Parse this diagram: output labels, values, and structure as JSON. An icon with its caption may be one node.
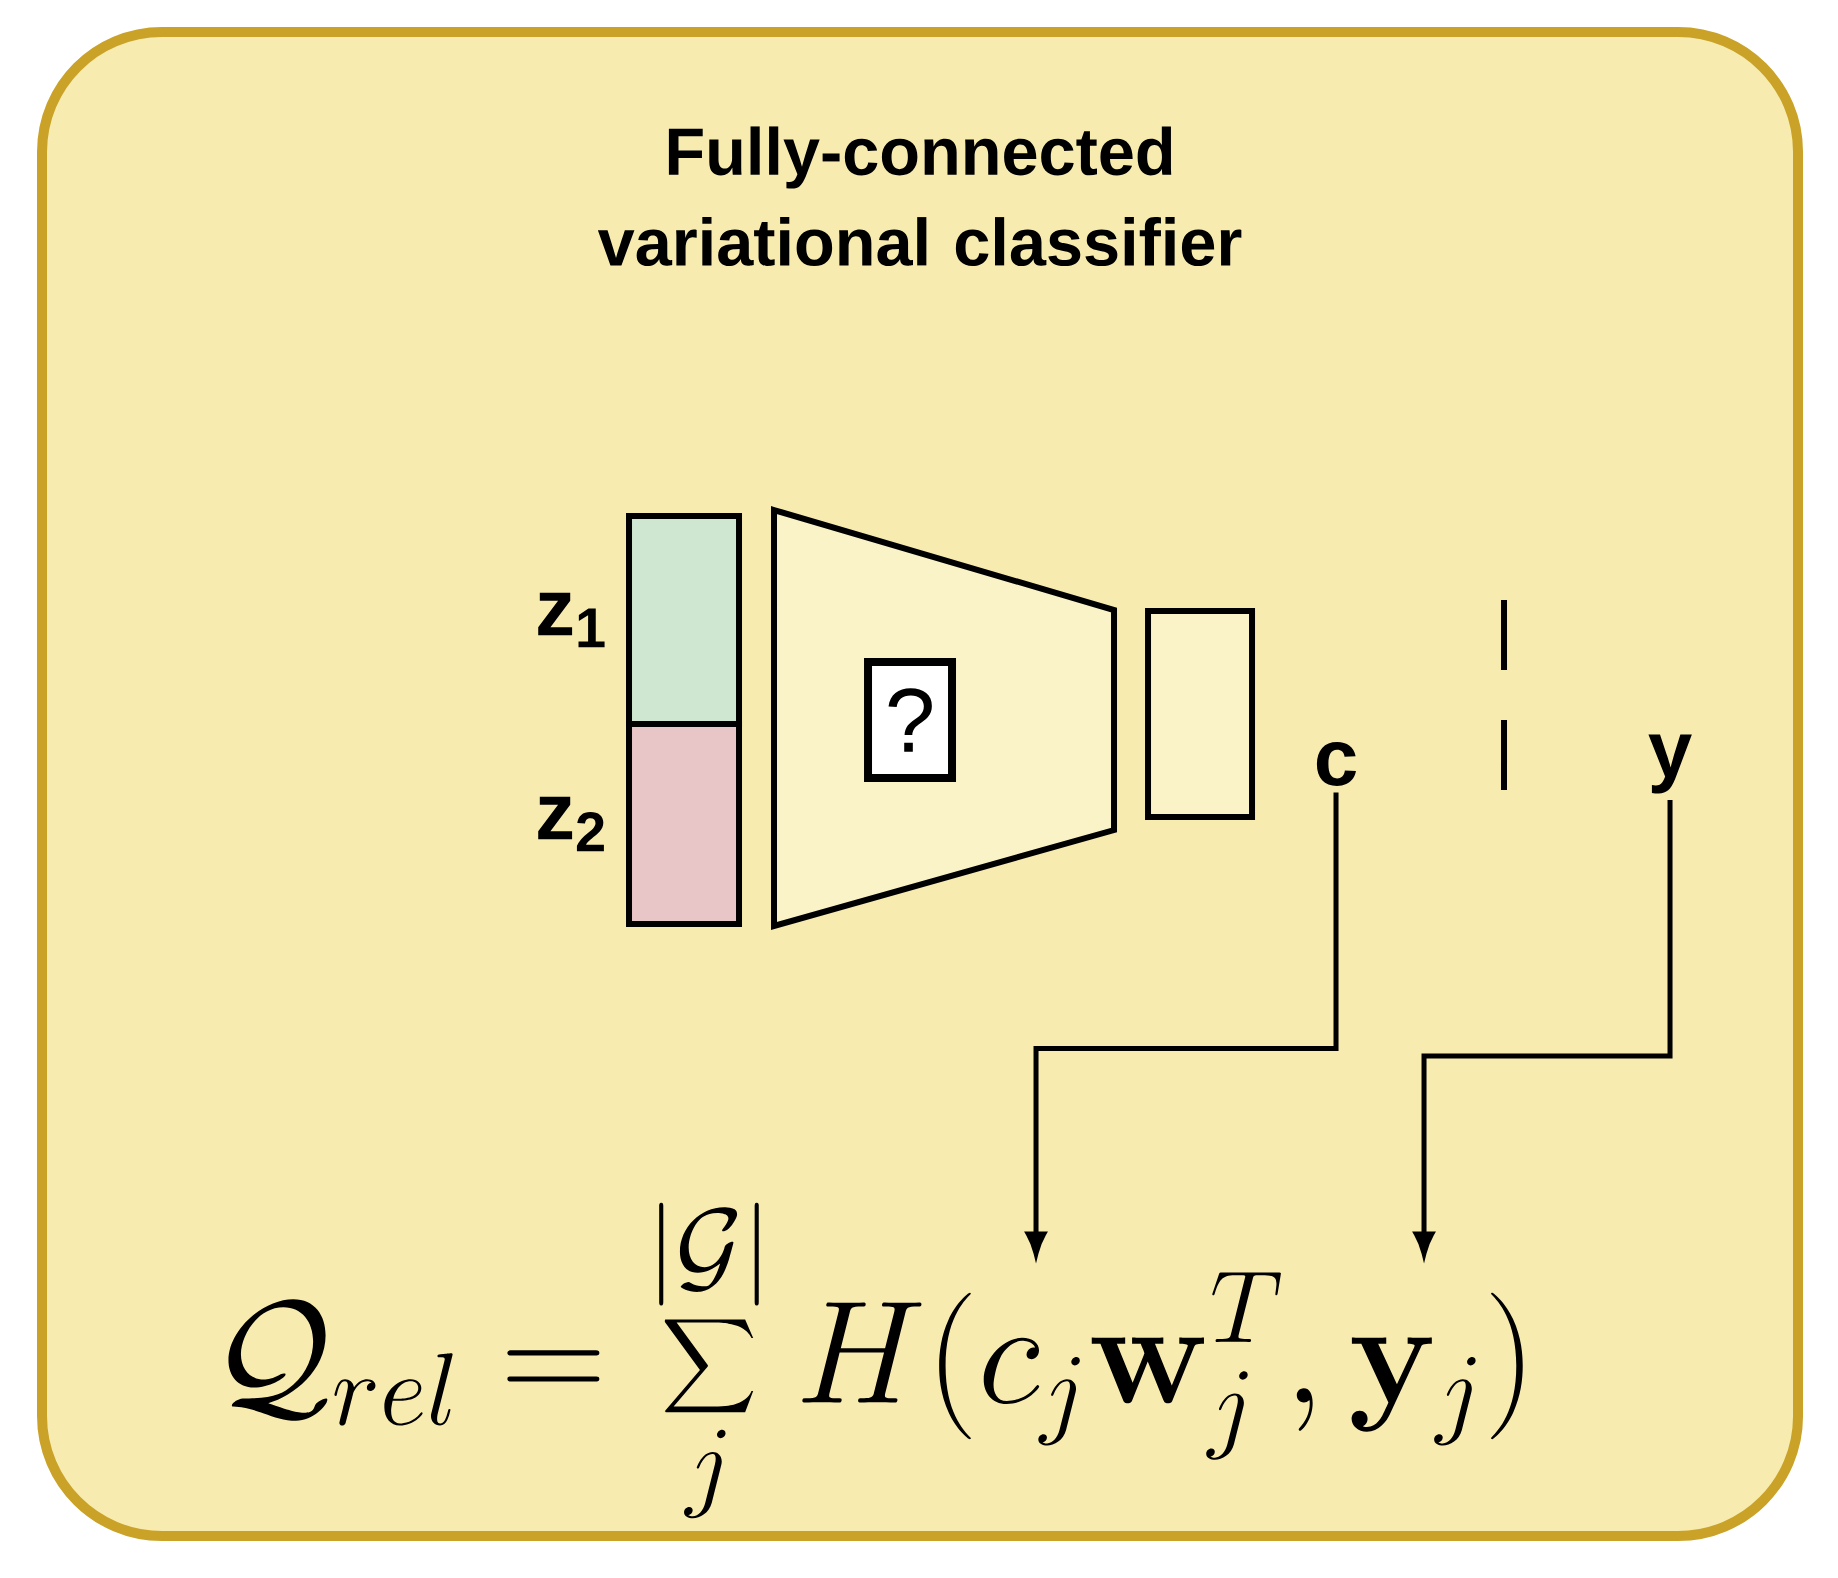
{
  "diagram": {
    "nodes": [
      {
        "text": [
          "Fully-connected variational classifier"
        ]
      },
      {
        "text": [],
        "shape": "box",
        "beside": [
          "z$_{1}$"
        ],
        "in": 0
      },
      {
        "text": [],
        "shape": "box",
        "beside": [
          "z$_{2}$"
        ],
        "in": 0
      },
      {
        "text": [],
        "shape": "trapezoid",
        "in": 0
      },
      {
        "text": [
          "?"
        ],
        "in": 3
      },
      {
        "text": [],
        "shape": "box",
        "in": 0
      },
      {
        "text": [
          "c"
        ],
        "in": 0
      },
      {
        "text": [
          "y"
        ],
        "in": 0
      },
      {
        "text": [
          "\\mathcal{Q}_{rel} = \\sum_{j}^{|\\mathcal{G}|} H(c_j\\mathbf{w}_j^T,\\mathbf{y}_j)"
        ],
        "in": 0
      }
    ],
    "edges": [
      {
        "from": 6,
        "to": 8,
        "arrow": "to"
      },
      {
        "from": 7,
        "to": 8,
        "arrow": "to"
      }
    ]
  }
}
